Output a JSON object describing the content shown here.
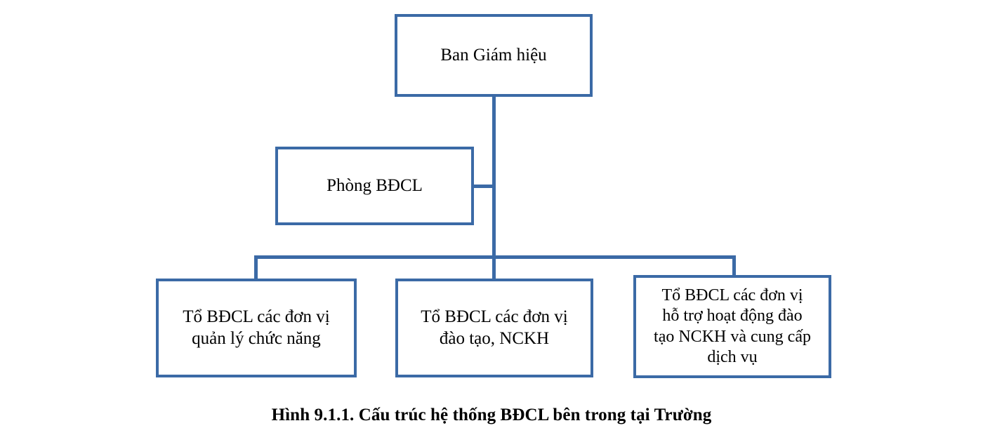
{
  "figure": {
    "caption": "Hình 9.1.1. Cấu trúc hệ thống BĐCL bên trong tại Trường",
    "background_color": "#ffffff",
    "box_border_color": "#3B6AA6",
    "connector_color": "#3B6AA6",
    "text_color": "#000000"
  },
  "chart_data": {
    "type": "diagram",
    "diagram_kind": "organizational-hierarchy",
    "title": "Hình 9.1.1. Cấu trúc hệ thống BĐCL bên trong tại Trường",
    "levels": 3,
    "nodes": [
      {
        "id": "ban-giam-hieu",
        "label": "Ban Giám hiệu",
        "level": 1
      },
      {
        "id": "phong-bdcl",
        "label": "Phòng BĐCL",
        "level": 2
      },
      {
        "id": "to-quan-ly",
        "label": "Tổ BĐCL các đơn vị\nquản lý chức năng",
        "level": 3
      },
      {
        "id": "to-dao-tao",
        "label": "Tổ BĐCL các đơn vị\nđào tạo, NCKH",
        "level": 3
      },
      {
        "id": "to-ho-tro",
        "label": "Tổ BĐCL các đơn vị\nhỗ trợ hoạt động đào\ntạo NCKH và cung cấp\ndịch vụ",
        "level": 3
      }
    ],
    "edges": [
      {
        "from": "ban-giam-hieu",
        "to": "phong-bdcl"
      },
      {
        "from": "ban-giam-hieu",
        "to": "to-quan-ly"
      },
      {
        "from": "ban-giam-hieu",
        "to": "to-dao-tao"
      },
      {
        "from": "ban-giam-hieu",
        "to": "to-ho-tro"
      }
    ]
  },
  "nodes": {
    "ban_giam_hieu": {
      "label": "Ban Giám hiệu"
    },
    "phong_bdcl": {
      "label": "Phòng BĐCL"
    },
    "to_quan_ly": {
      "label": "Tổ BĐCL các đơn vị\nquản lý chức năng"
    },
    "to_dao_tao": {
      "label": "Tổ BĐCL các đơn vị\nđào tạo, NCKH"
    },
    "to_ho_tro": {
      "label": "Tổ BĐCL các đơn vị\nhỗ trợ hoạt động đào\ntạo NCKH và cung cấp\ndịch vụ"
    }
  }
}
